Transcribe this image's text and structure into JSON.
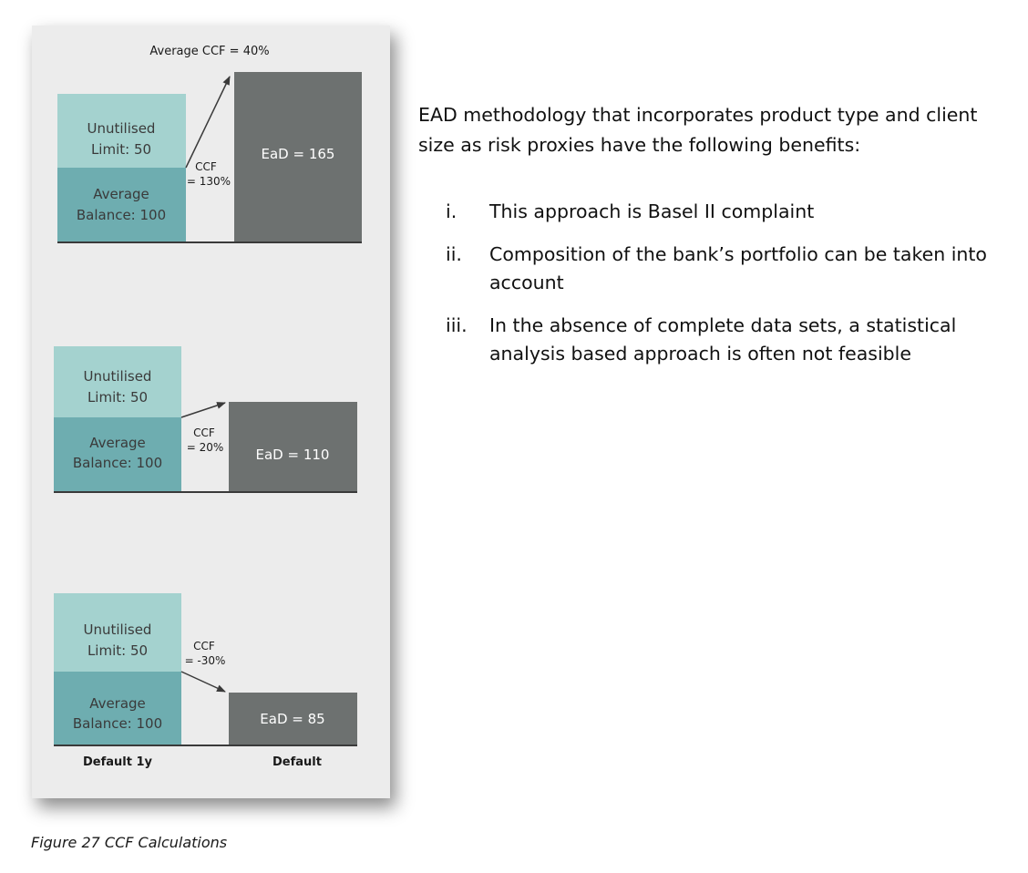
{
  "figure": {
    "top_label": "Average CCF = 40%",
    "axis": {
      "left": "Default 1y",
      "right": "Default"
    },
    "colors": {
      "limit": "#a4d2cf",
      "balance": "#6eadb0",
      "ead": "#6d7170",
      "panel": "#ececec",
      "baseline": "#3a3a3a"
    },
    "scenarios": [
      {
        "unutilised": [
          "Unutilised",
          "Limit: 50"
        ],
        "balance": [
          "Average",
          "Balance: 100"
        ],
        "ccf": [
          "CCF",
          "= 130%"
        ],
        "ead": "EaD = 165",
        "ead_value": 165
      },
      {
        "unutilised": [
          "Unutilised",
          "Limit: 50"
        ],
        "balance": [
          "Average",
          "Balance: 100"
        ],
        "ccf": [
          "CCF",
          "= 20%"
        ],
        "ead": "EaD = 110",
        "ead_value": 110
      },
      {
        "unutilised": [
          "Unutilised",
          "Limit: 50"
        ],
        "balance": [
          "Average",
          "Balance: 100"
        ],
        "ccf": [
          "CCF",
          "= -30%"
        ],
        "ead": "EaD = 85",
        "ead_value": 85
      }
    ],
    "caption": "Figure 27 CCF Calculations"
  },
  "text": {
    "intro": "EAD methodology that incorporates product type and client size as risk proxies have the following benefits:",
    "benefits": [
      {
        "num": "i.",
        "text": "This approach is Basel II complaint"
      },
      {
        "num": "ii.",
        "text": "Composition of the bank’s portfolio can be taken into account"
      },
      {
        "num": "iii.",
        "text": "In the absence of complete data sets, a statistical analysis based approach is often not feasible"
      }
    ]
  }
}
